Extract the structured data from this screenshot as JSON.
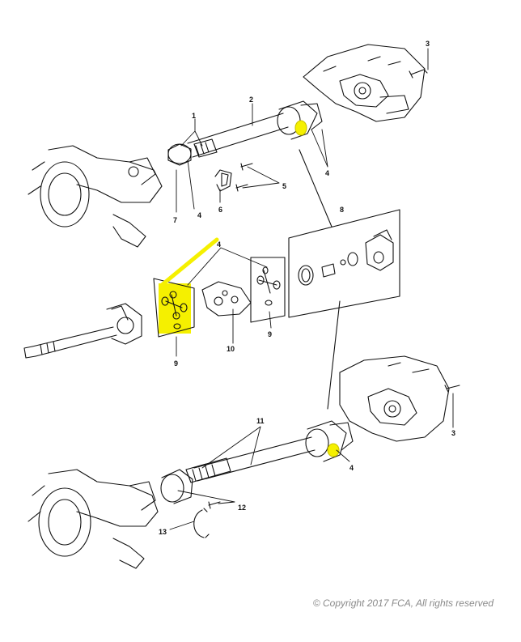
{
  "diagram": {
    "callouts": {
      "c1": "1",
      "c2": "2",
      "c3a": "3",
      "c3b": "3",
      "c4a": "4",
      "c4b": "4",
      "c4c": "4",
      "c4d": "4",
      "c5": "5",
      "c6": "6",
      "c7": "7",
      "c8": "8",
      "c9a": "9",
      "c9b": "9",
      "c10": "10",
      "c11": "11",
      "c12": "12",
      "c13": "13"
    },
    "highlight_color": "#f5f000",
    "line_color": "#111111"
  },
  "footer": {
    "copyright": "© Copyright 2017 FCA, All rights reserved"
  }
}
